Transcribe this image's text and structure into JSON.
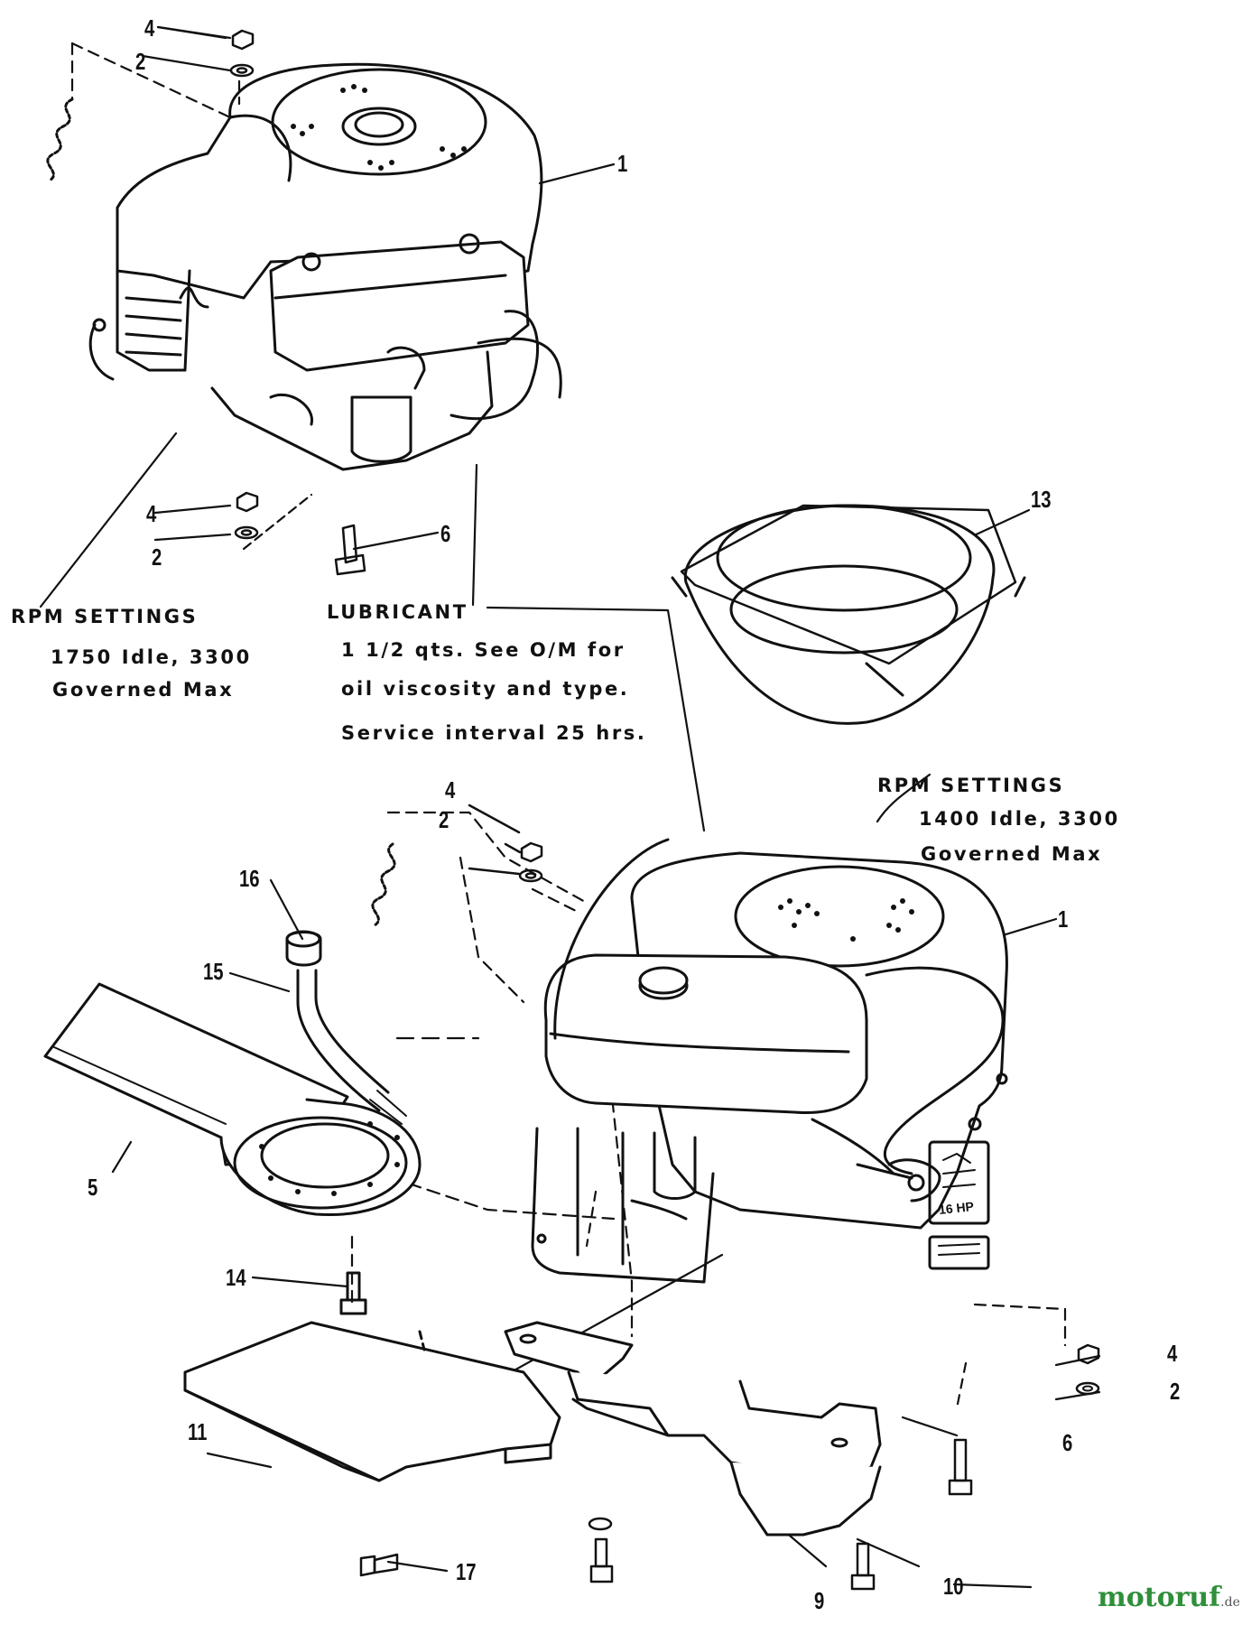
{
  "callouts": {
    "c4a": "4",
    "c2a": "2",
    "c1a": "1",
    "c4b": "4",
    "c2b": "2",
    "c6a": "6",
    "c13": "13",
    "c4c": "4",
    "c2c": "2",
    "c16": "16",
    "c15": "15",
    "c1b": "1",
    "c5": "5",
    "c14": "14",
    "c4d": "4",
    "c2d": "2",
    "c6b": "6",
    "c11": "11",
    "c17": "17",
    "c9": "9",
    "c10": "10"
  },
  "notes": {
    "rpm_top": {
      "title": "RPM SETTINGS",
      "line1": "1750 Idle, 3300",
      "line2": "Governed Max"
    },
    "lubricant": {
      "title": "LUBRICANT",
      "line1": "1 1/2 qts. See O/M for",
      "line2": "oil viscosity and type.",
      "line3": "Service interval 25 hrs."
    },
    "rpm_bottom": {
      "title": "RPM SETTINGS",
      "line1": "1400 Idle, 3300",
      "line2": "Governed Max"
    }
  },
  "decal_text": "16 HP",
  "watermark": {
    "name": "motoruf",
    "tld": ".de"
  }
}
